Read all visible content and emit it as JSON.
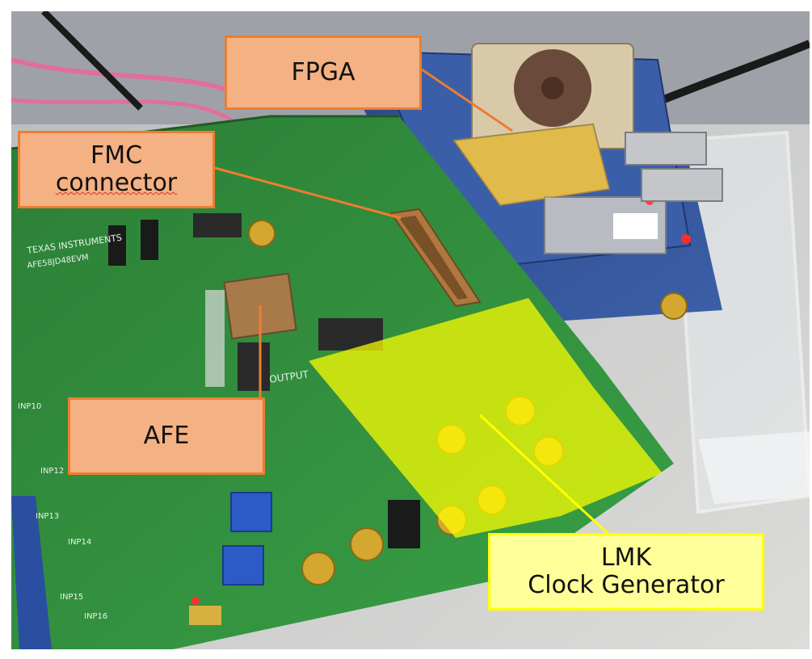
{
  "labels": {
    "fpga": "FPGA",
    "fmc_line1": "FMC",
    "fmc_line2": "connector",
    "afe": "AFE",
    "lmk_line1": "LMK",
    "lmk_line2": "Clock Generator"
  },
  "board_silkscreen": {
    "brand": "TEXAS INSTRUMENTS",
    "model": "AFE58JD48EVM",
    "output": "OUTPUT",
    "inputs": [
      "INP10",
      "INP12",
      "INP13",
      "INP14",
      "INP15",
      "INP16"
    ]
  },
  "colors": {
    "label_fill": "#f4b183",
    "label_border": "#ed7d31",
    "leader_line": "#ed7d31",
    "highlight_fill": "#ffff00",
    "lmk_label_fill": "#ffff99",
    "lmk_label_border": "#ffff00",
    "pcb_green": "#2f8a3a"
  }
}
